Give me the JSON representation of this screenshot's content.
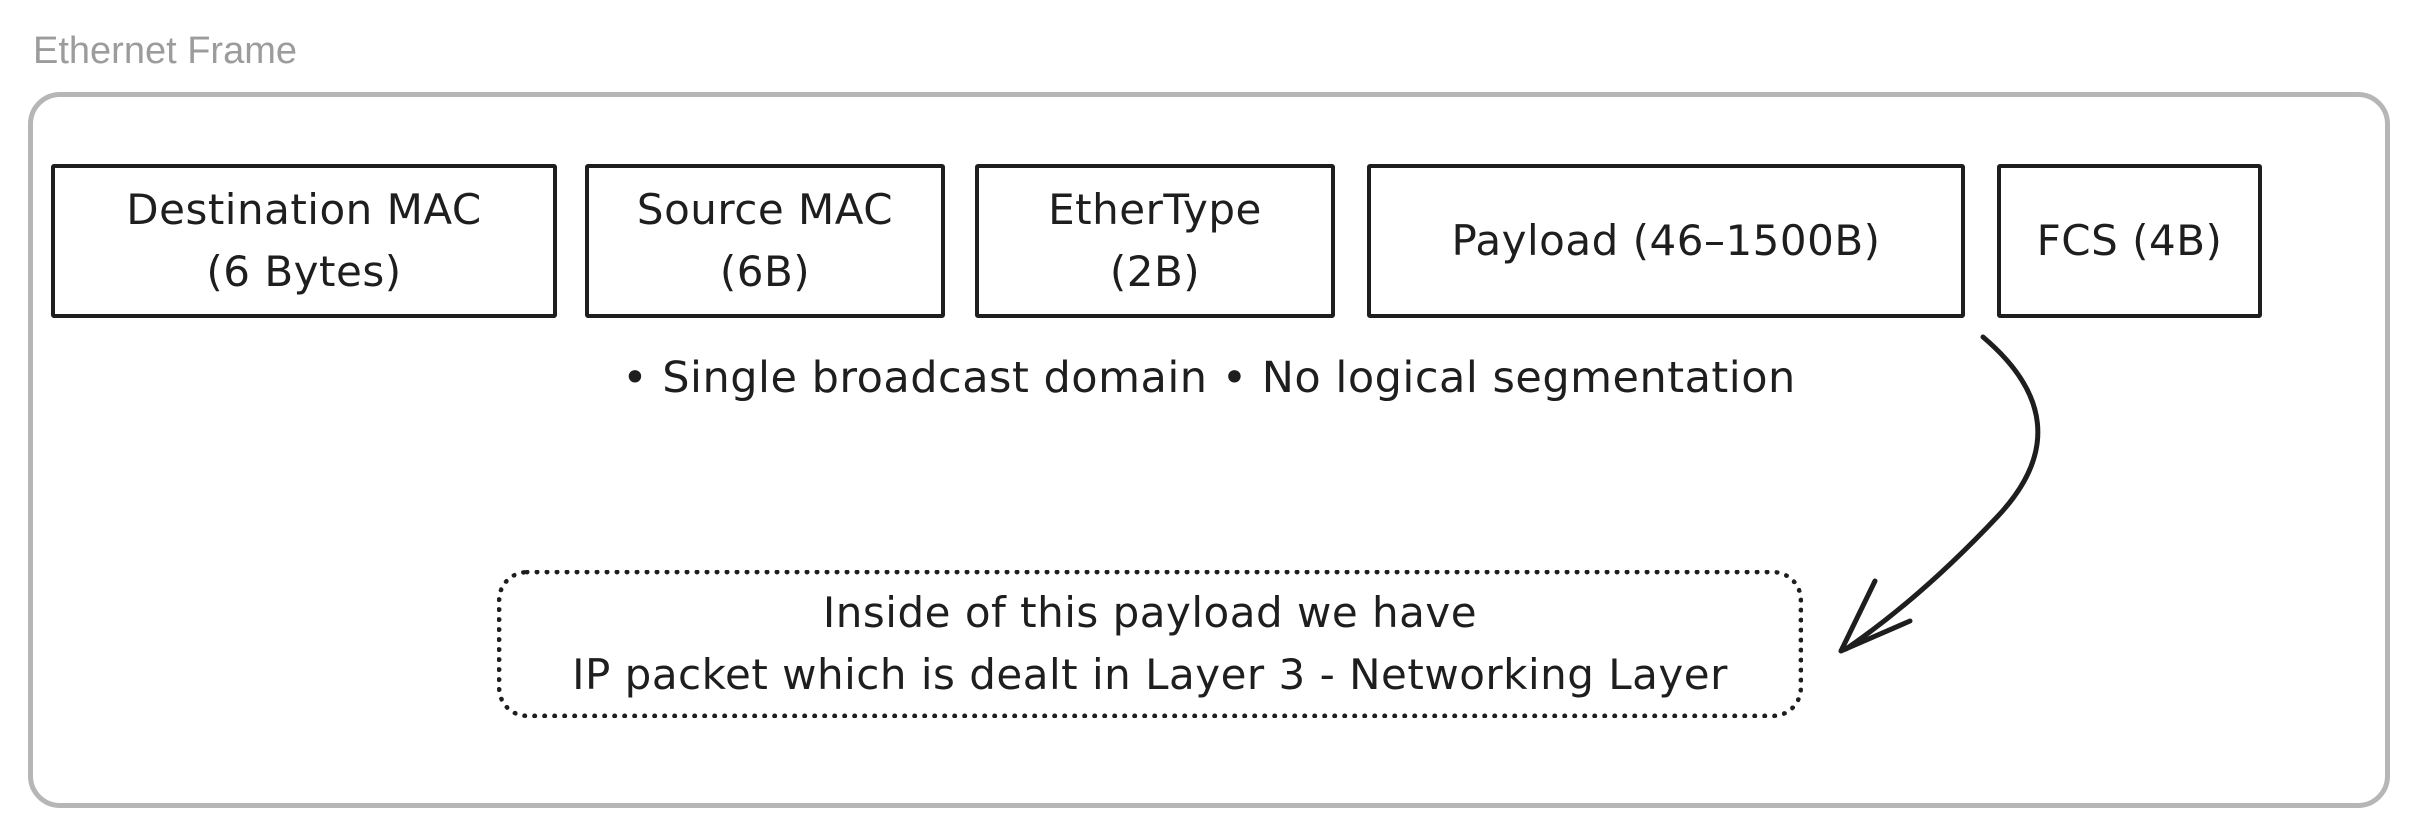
{
  "colors": {
    "ink": "#1e1e1e",
    "frame_border": "#b6b6b6",
    "title_gray": "#9c9c9c",
    "background": "#ffffff"
  },
  "diagram": {
    "title": "Ethernet Frame",
    "fields": [
      {
        "line1": "Destination MAC",
        "line2": "(6 Bytes)"
      },
      {
        "line1": "Source MAC",
        "line2": "(6B)"
      },
      {
        "line1": "EtherType",
        "line2": "(2B)"
      },
      {
        "line1": "Payload (46–1500B)"
      },
      {
        "line1": "FCS (4B)"
      }
    ],
    "properties_note": "• Single broadcast domain • No logical segmentation",
    "payload_note": {
      "line1": "Inside of this payload we have",
      "line2": "IP packet which is dealt in Layer 3 - Networking Layer"
    }
  }
}
